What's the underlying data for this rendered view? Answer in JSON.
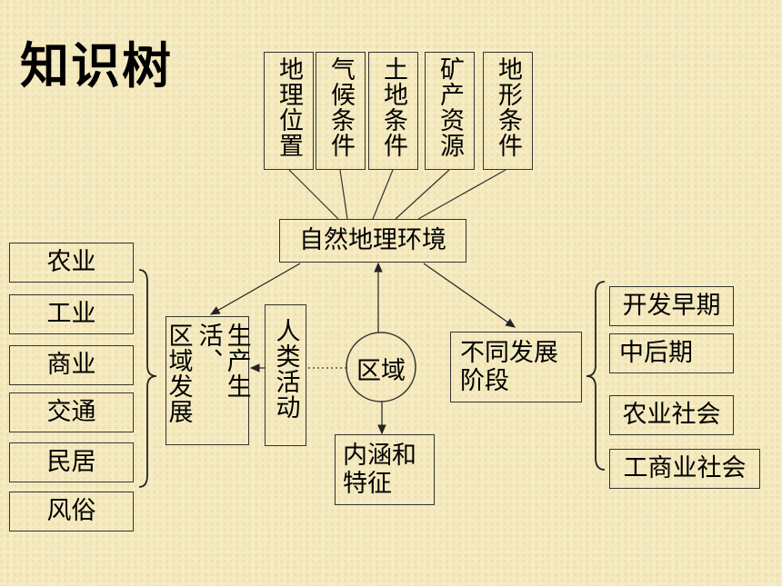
{
  "title": "知识树",
  "top_factors": [
    "地理位置",
    "气候条件",
    "土地条件",
    "矿产资源",
    "地形条件"
  ],
  "natural_env": "自然地理环境",
  "left_items": [
    "农业",
    "工业",
    "商业",
    "交通",
    "民居",
    "风俗"
  ],
  "production_dev": [
    "区域发展",
    "生产生活、"
  ],
  "human_activity": "人类活动",
  "region": "区域",
  "connotation": [
    "内涵和",
    "特征"
  ],
  "stages": [
    "不同发展",
    "阶段"
  ],
  "right_items": [
    "开发早期",
    "中后期",
    "农业社会",
    "工商业社会"
  ]
}
